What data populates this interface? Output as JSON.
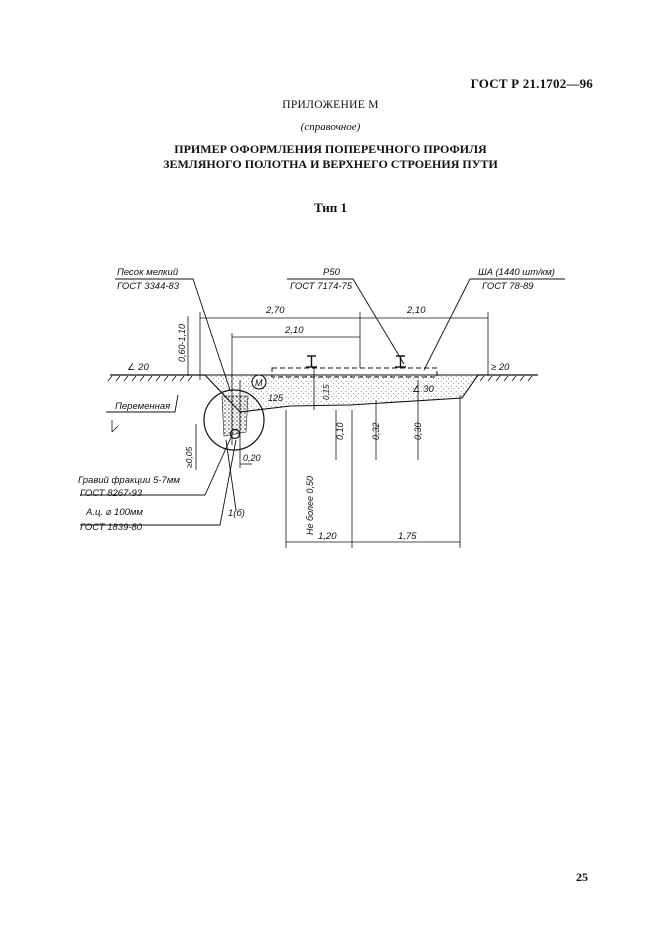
{
  "header": {
    "standard_code": "ГОСТ Р 21.1702—96"
  },
  "appendix": {
    "title": "ПРИЛОЖЕНИЕ М",
    "reference": "(справочное)",
    "heading_line1": "ПРИМЕР ОФОРМЛЕНИЯ ПОПЕРЕЧНОГО ПРОФИЛЯ",
    "heading_line2": "ЗЕМЛЯНОГО ПОЛОТНА И ВЕРХНЕГО СТРОЕНИЯ ПУТИ",
    "type_label": "Тип 1"
  },
  "drawing": {
    "callouts": {
      "sand_name": "Песок мелкий",
      "sand_gost": "ГОСТ 3344-83",
      "rail_name": "Р50",
      "rail_gost": "ГОСТ 7174-75",
      "sleeper_name": "ШA (1440 шт/км)",
      "sleeper_gost": "ГОСТ 78-89",
      "variable": "Переменная",
      "gravel_name": "Гравий фракции 5-7мм",
      "gravel_gost": "ГОСТ 8267-93",
      "pipe_name": "А.ц. ⌀ 100мм",
      "pipe_gost": "ГОСТ 1839-80",
      "marker_m": "M",
      "node_ref": "1(б)"
    },
    "dimensions": {
      "d_2_70": "2,70",
      "d_2_10_top": "2,10",
      "d_2_10_inner": "2,10",
      "d_060_110": "0,60-1,10",
      "slope_left": "∠ 20",
      "slope_right": "≥ 20",
      "slope_30": "∠ 30",
      "d_125": "125",
      "d_005": "≥0,05",
      "d_020": "0,20",
      "d_015": "0,15",
      "d_010": "0,10",
      "d_032": "0,32",
      "d_030": "0,30",
      "d_max050": "Не более 0,50",
      "d_120": "1,20",
      "d_175": "1,75"
    }
  },
  "footer": {
    "page_number": "25"
  }
}
